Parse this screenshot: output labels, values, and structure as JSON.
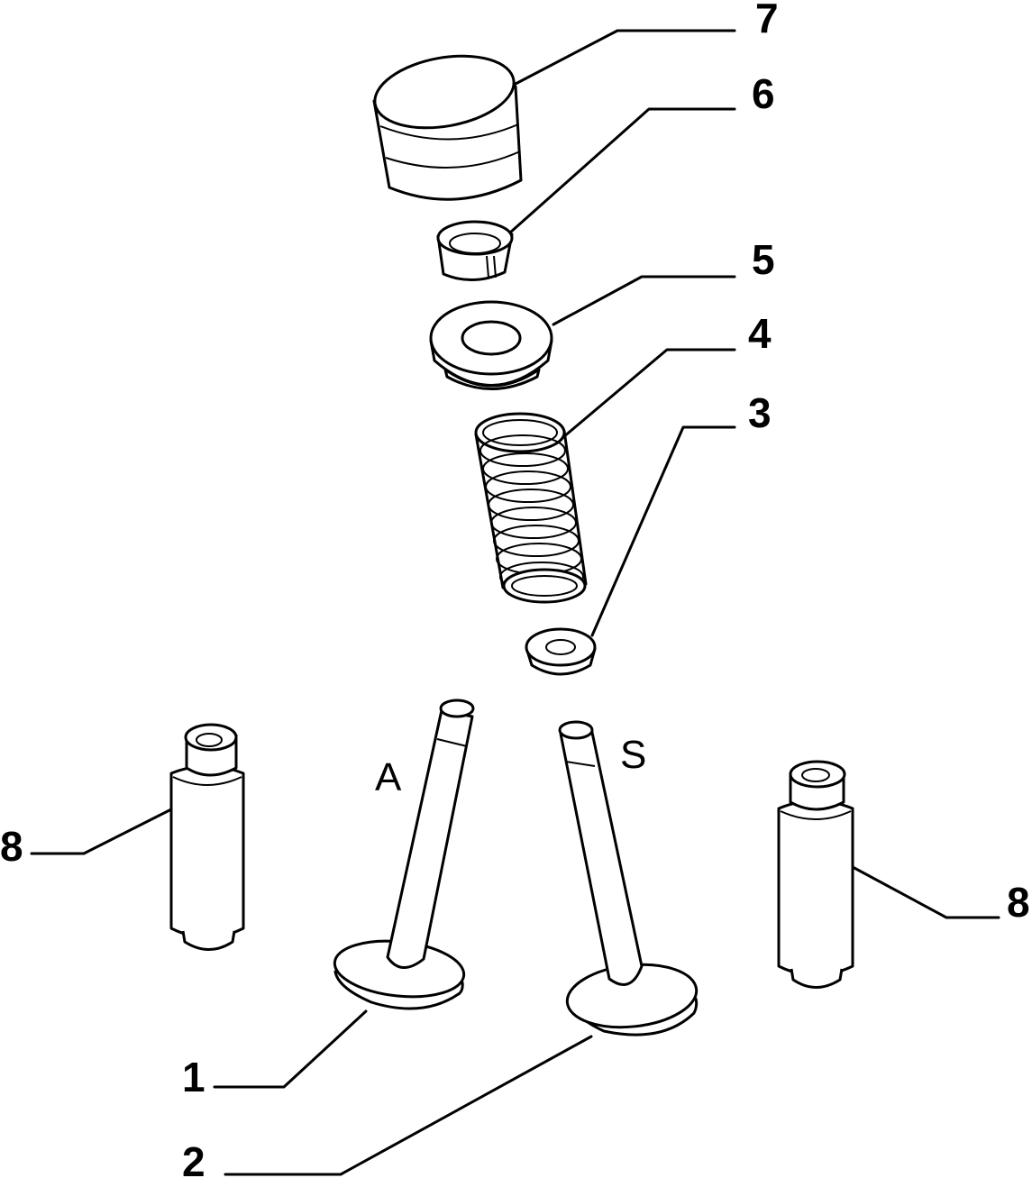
{
  "callouts": {
    "p7": "7",
    "p6": "6",
    "p5": "5",
    "p4": "4",
    "p3": "3",
    "p8_left": "8",
    "p8_right": "8",
    "p1": "1",
    "p2": "2"
  },
  "valve_tags": {
    "intake": "A",
    "exhaust": "S"
  }
}
